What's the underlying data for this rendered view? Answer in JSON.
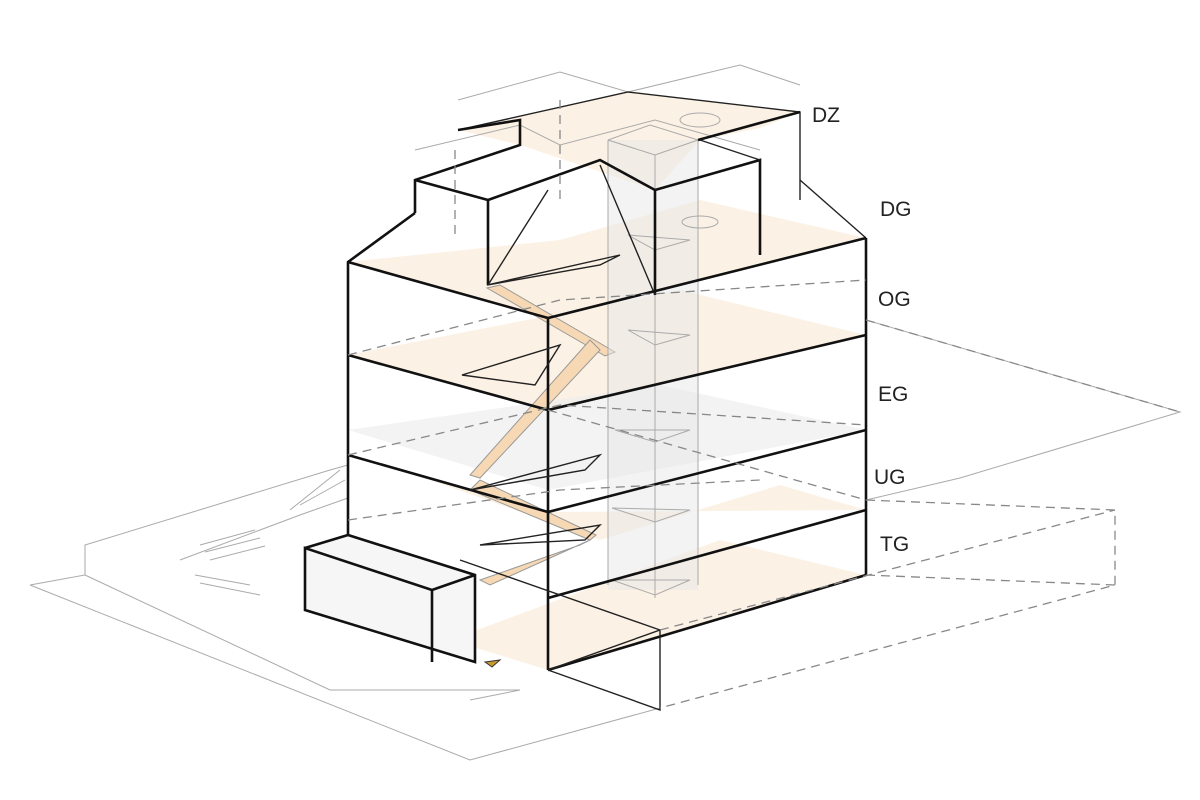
{
  "diagram": {
    "floor_labels": [
      "DZ",
      "DG",
      "OG",
      "EG",
      "UG",
      "TG"
    ],
    "colors": {
      "floor_fill": "#fbeee0",
      "stair_fill": "#f6d9b4",
      "line": "#111111",
      "context_line": "#aaaaaa"
    }
  }
}
